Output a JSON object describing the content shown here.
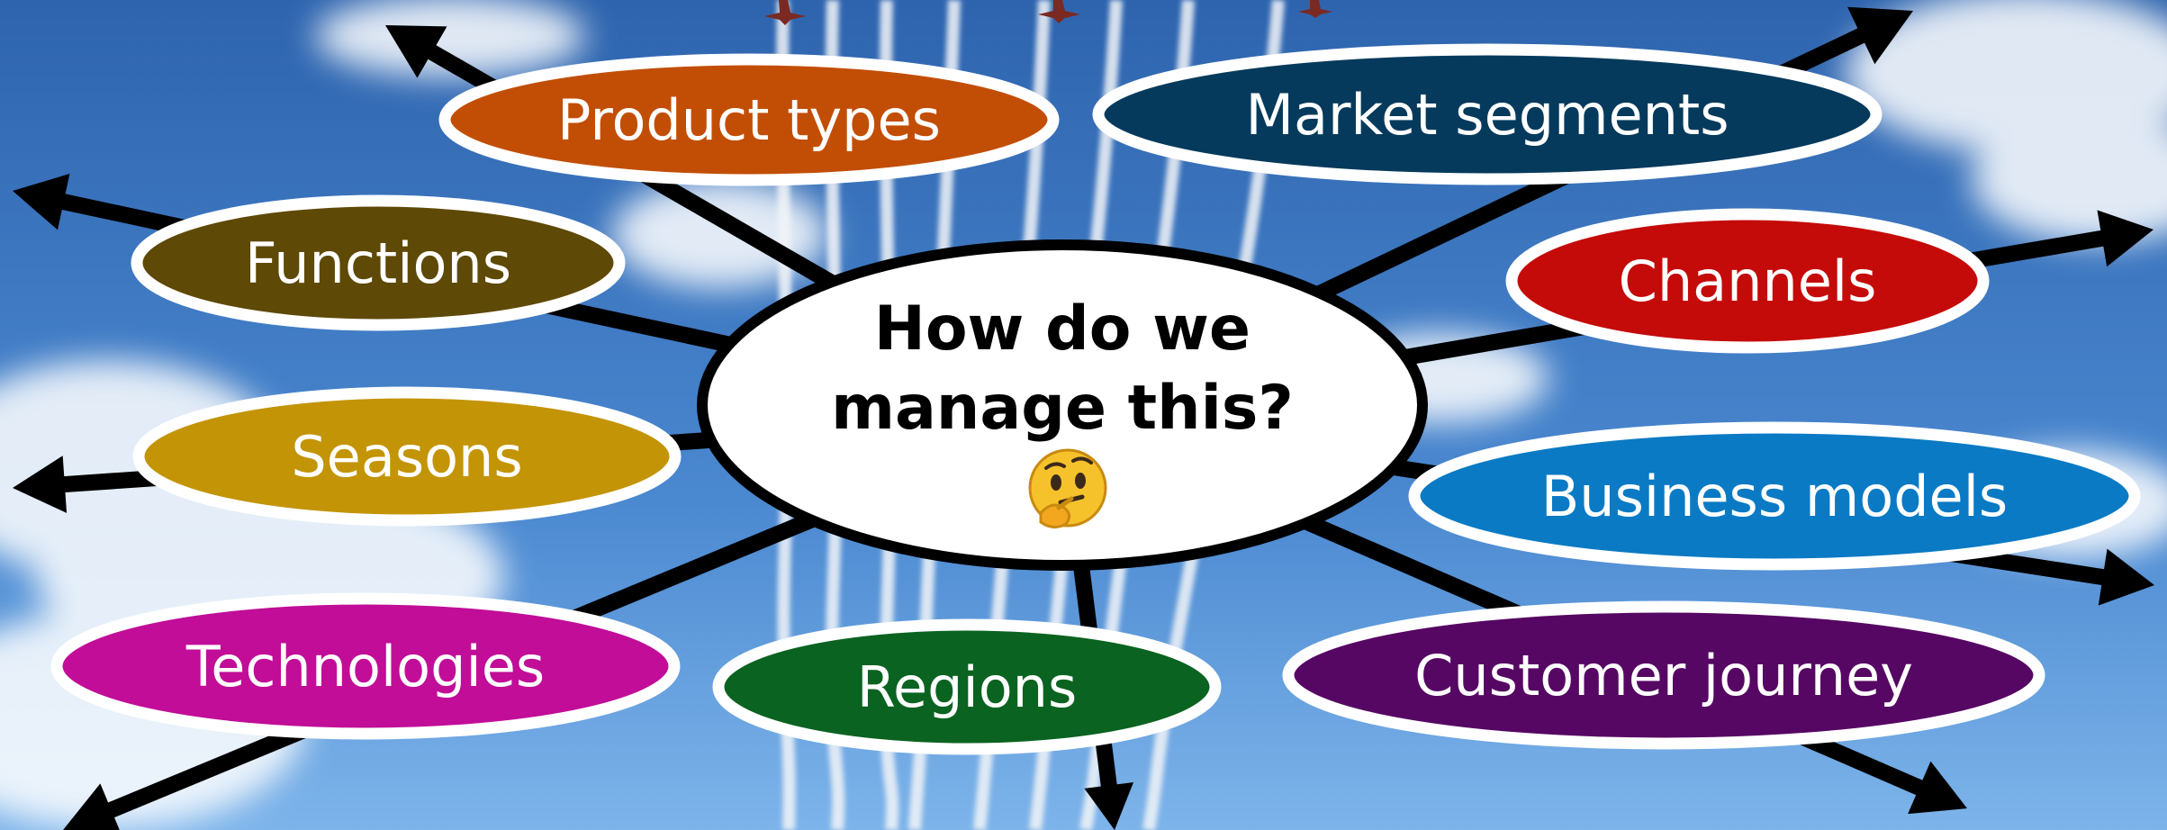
{
  "diagram": {
    "center": {
      "line1": "How do we",
      "line2": "manage this?",
      "emoji": "🤔",
      "emoji_name": "thinking-face-icon"
    },
    "nodes": [
      {
        "id": "product-types",
        "label": "Product types",
        "color": "#C24E06"
      },
      {
        "id": "market-segments",
        "label": "Market segments",
        "color": "#063A5C"
      },
      {
        "id": "functions",
        "label": "Functions",
        "color": "#5E4906"
      },
      {
        "id": "channels",
        "label": "Channels",
        "color": "#C50A0A"
      },
      {
        "id": "seasons",
        "label": "Seasons",
        "color": "#C39406"
      },
      {
        "id": "business-models",
        "label": "Business models",
        "color": "#0A7AC4"
      },
      {
        "id": "technologies",
        "label": "Technologies",
        "color": "#C10D98"
      },
      {
        "id": "regions",
        "label": "Regions",
        "color": "#0A6320"
      },
      {
        "id": "customer-journey",
        "label": "Customer journey",
        "color": "#560763"
      }
    ]
  },
  "colors": {
    "sky_top": "#2E64AE",
    "sky_bottom": "#76AEE6",
    "arrow": "#000000",
    "center_fill": "#FFFFFF",
    "node_outline": "#FFFFFF"
  }
}
